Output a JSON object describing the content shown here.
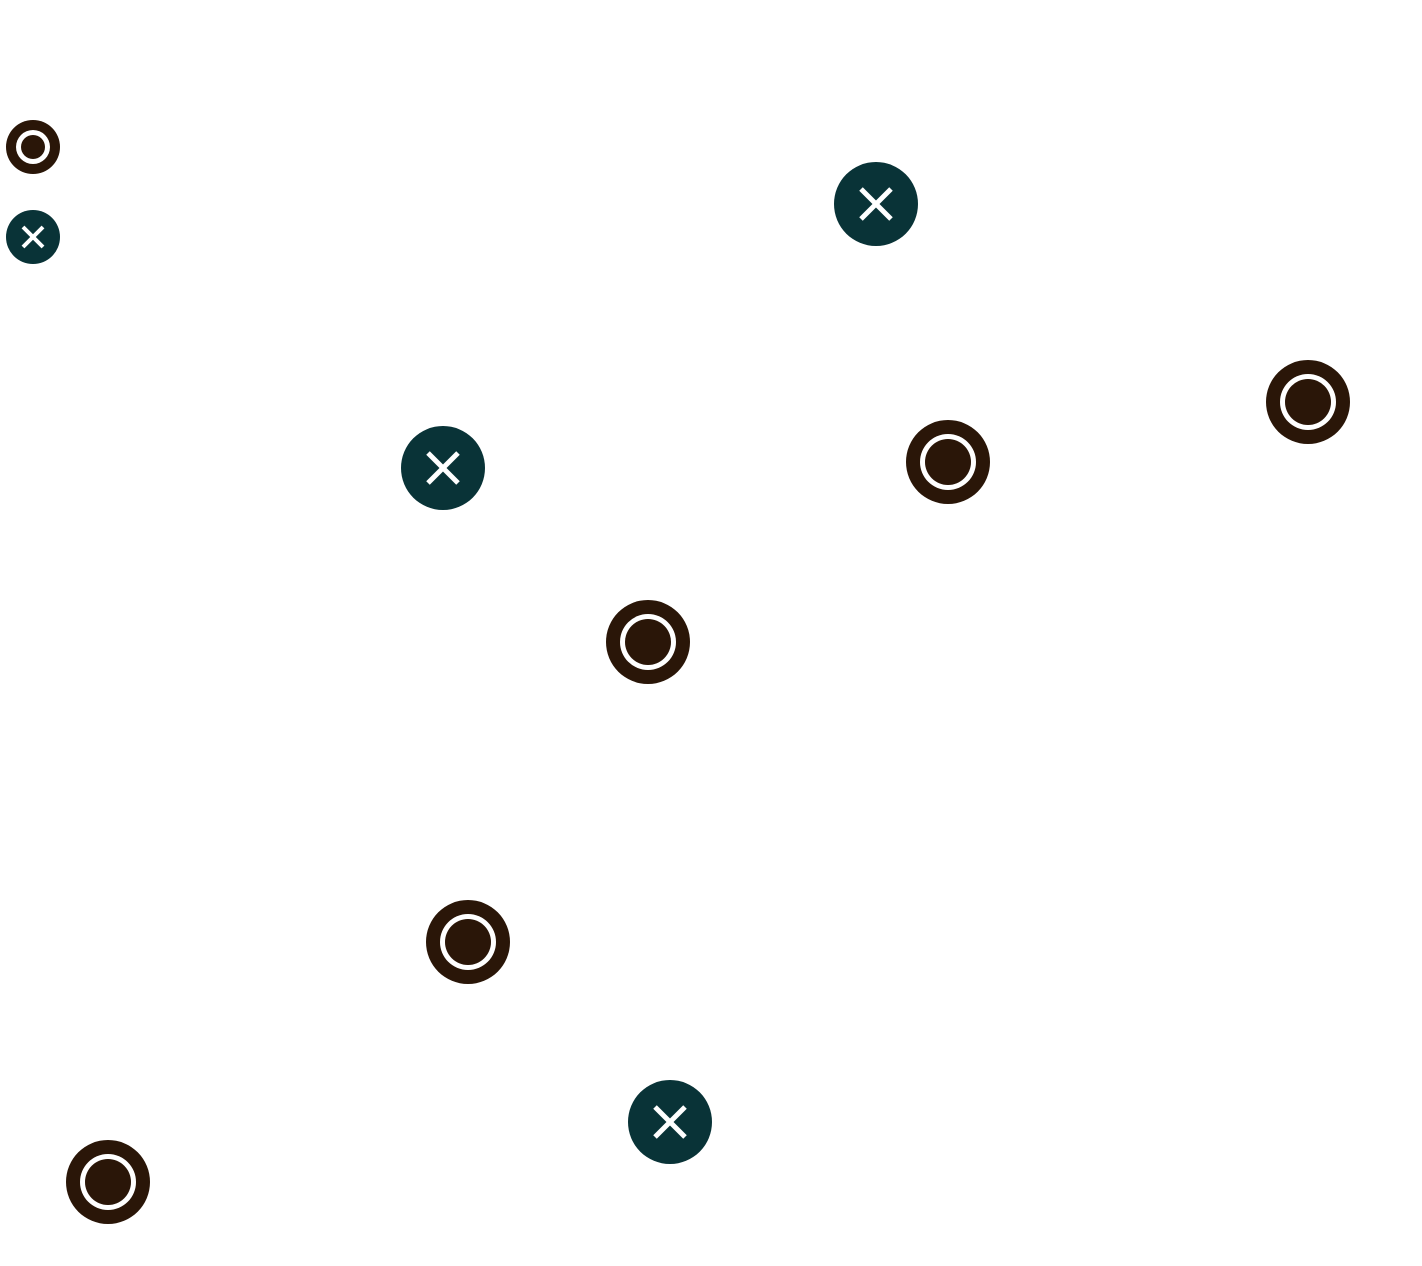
{
  "colors": {
    "ring_piece": "#2a1608",
    "cross_piece": "#093337",
    "mark": "#ffffff",
    "background": "#ffffff"
  },
  "legend": [
    {
      "kind": "ring",
      "icon": "ring-piece-icon"
    },
    {
      "kind": "cross",
      "icon": "cross-piece-icon"
    }
  ],
  "pieces": [
    {
      "id": "p1",
      "kind": "cross",
      "icon": "cross-piece-icon"
    },
    {
      "id": "p2",
      "kind": "cross",
      "icon": "cross-piece-icon"
    },
    {
      "id": "p3",
      "kind": "cross",
      "icon": "cross-piece-icon"
    },
    {
      "id": "p4",
      "kind": "ring",
      "icon": "ring-piece-icon"
    },
    {
      "id": "p5",
      "kind": "ring",
      "icon": "ring-piece-icon"
    },
    {
      "id": "p6",
      "kind": "ring",
      "icon": "ring-piece-icon"
    },
    {
      "id": "p7",
      "kind": "ring",
      "icon": "ring-piece-icon"
    },
    {
      "id": "p8",
      "kind": "ring",
      "icon": "ring-piece-icon"
    }
  ]
}
